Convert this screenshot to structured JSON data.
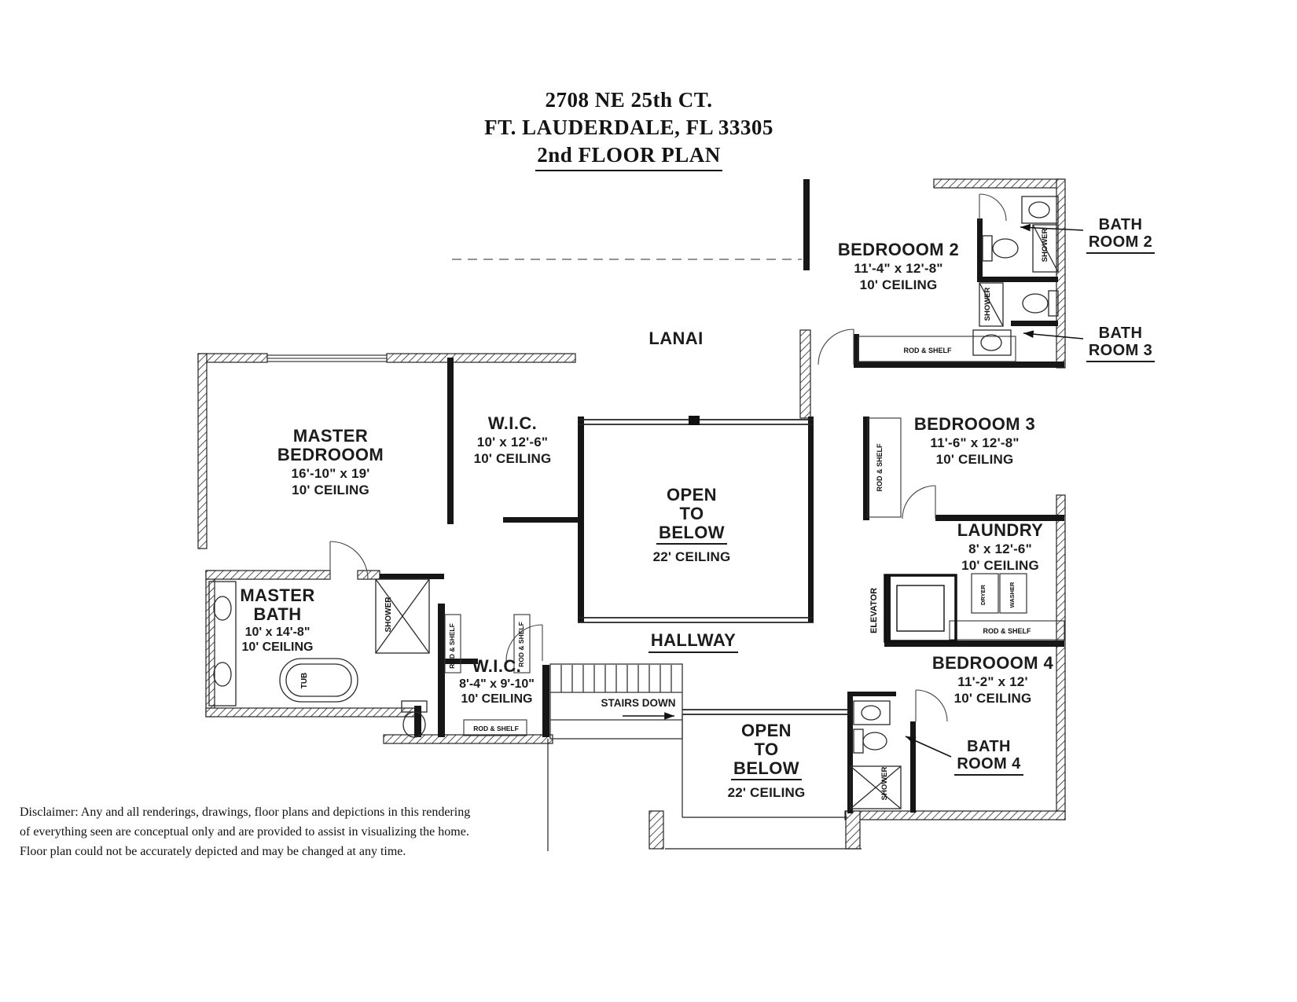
{
  "title": {
    "address": "2708 NE 25th CT.",
    "city": "FT. LAUDERDALE, FL 33305",
    "plan": "2nd FLOOR PLAN"
  },
  "rooms": {
    "master_bedroom": {
      "l1": "MASTER",
      "l2": "BEDROOOM",
      "dims": "16'-10\" x 19'",
      "ceiling": "10' CEILING"
    },
    "wic1": {
      "name": "W.I.C.",
      "dims": "10' x 12'-6\"",
      "ceiling": "10' CEILING"
    },
    "lanai": {
      "name": "LANAI"
    },
    "open_below": {
      "l1": "OPEN",
      "l2": "TO",
      "l3": "BELOW",
      "ceiling": "22' CEILING"
    },
    "bedroom2": {
      "name": "BEDROOOM 2",
      "dims": "11'-4\" x 12'-8\"",
      "ceiling": "10' CEILING"
    },
    "bath2": {
      "l1": "BATH",
      "l2": "ROOM 2"
    },
    "bath3": {
      "l1": "BATH",
      "l2": "ROOM 3"
    },
    "bedroom3": {
      "name": "BEDROOOM 3",
      "dims": "11'-6\" x 12'-8\"",
      "ceiling": "10' CEILING"
    },
    "laundry": {
      "name": "LAUNDRY",
      "dims": "8' x 12'-6\"",
      "ceiling": "10' CEILING"
    },
    "master_bath": {
      "l1": "MASTER",
      "l2": "BATH",
      "dims": "10' x 14'-8\"",
      "ceiling": "10' CEILING"
    },
    "wic2": {
      "name": "W.I.C.",
      "dims": "8'-4\" x 9'-10\"",
      "ceiling": "10' CEILING"
    },
    "hallway": {
      "name": "HALLWAY"
    },
    "stairs": {
      "name": "STAIRS DOWN"
    },
    "bedroom4": {
      "name": "BEDROOOM 4",
      "dims": "11'-2\" x 12'",
      "ceiling": "10' CEILING"
    },
    "bath4": {
      "l1": "BATH",
      "l2": "ROOM 4"
    },
    "elevator": {
      "name": "ELEVATOR"
    }
  },
  "fixtures": {
    "shower": "SHOWER",
    "tub": "TUB",
    "rod_shelf": "ROD & SHELF",
    "dryer": "DRYER",
    "washer": "WASHER"
  },
  "disclaimer": {
    "line1": "Disclaimer: Any and all renderings, drawings, floor plans and depictions in this rendering",
    "line2": "of everything seen are conceptual only and are provided to assist in visualizing the home.",
    "line3": "Floor plan could not be accurately depicted and may be changed at any time."
  }
}
